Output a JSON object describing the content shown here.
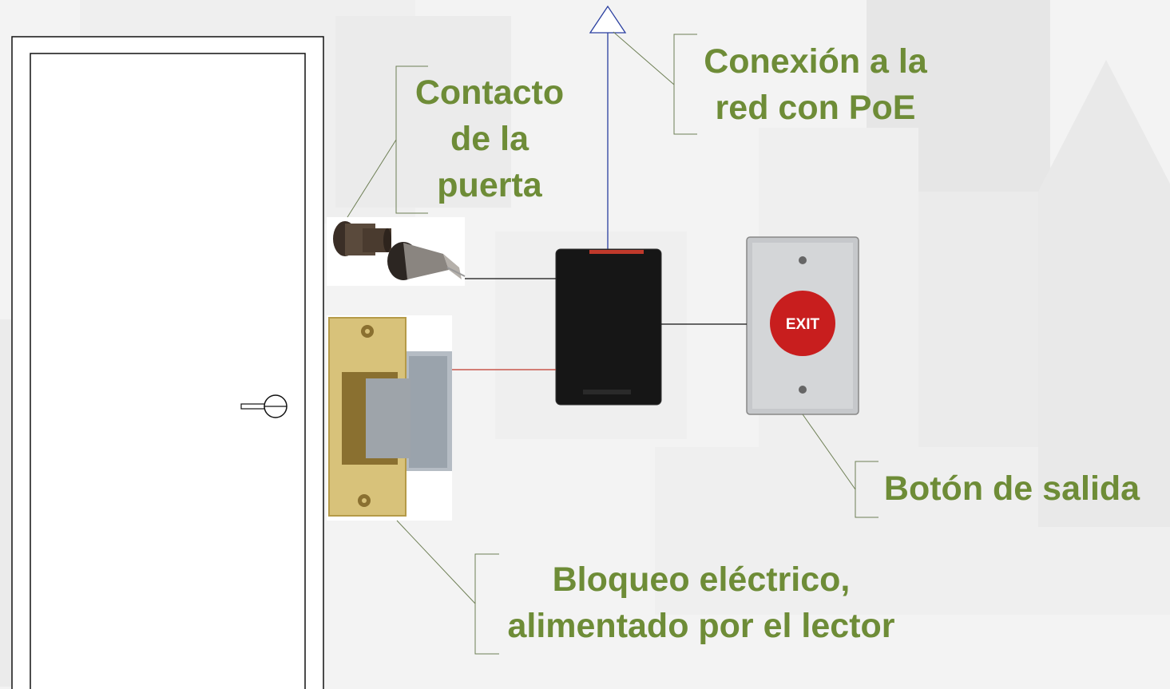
{
  "labels": {
    "network": [
      "Conexión a la",
      "red con PoE"
    ],
    "door_contact": [
      "Contacto",
      "de la",
      "puerta"
    ],
    "exit_button": "Botón de salida",
    "electric_strike": [
      "Bloqueo eléctrico,",
      "alimentado por el lector"
    ],
    "exit_button_face": "EXIT"
  },
  "colors": {
    "label_text": "#6e8c37",
    "network_line": "#2a3fa0",
    "power_line": "#c0392b",
    "signal_line": "#111111",
    "exit_button_red": "#c81e1e"
  },
  "icons": [
    "door-icon",
    "door-handle-icon",
    "door-contact-sensor-icon",
    "electric-strike-icon",
    "card-reader-icon",
    "exit-button-icon",
    "network-arrow-icon"
  ]
}
